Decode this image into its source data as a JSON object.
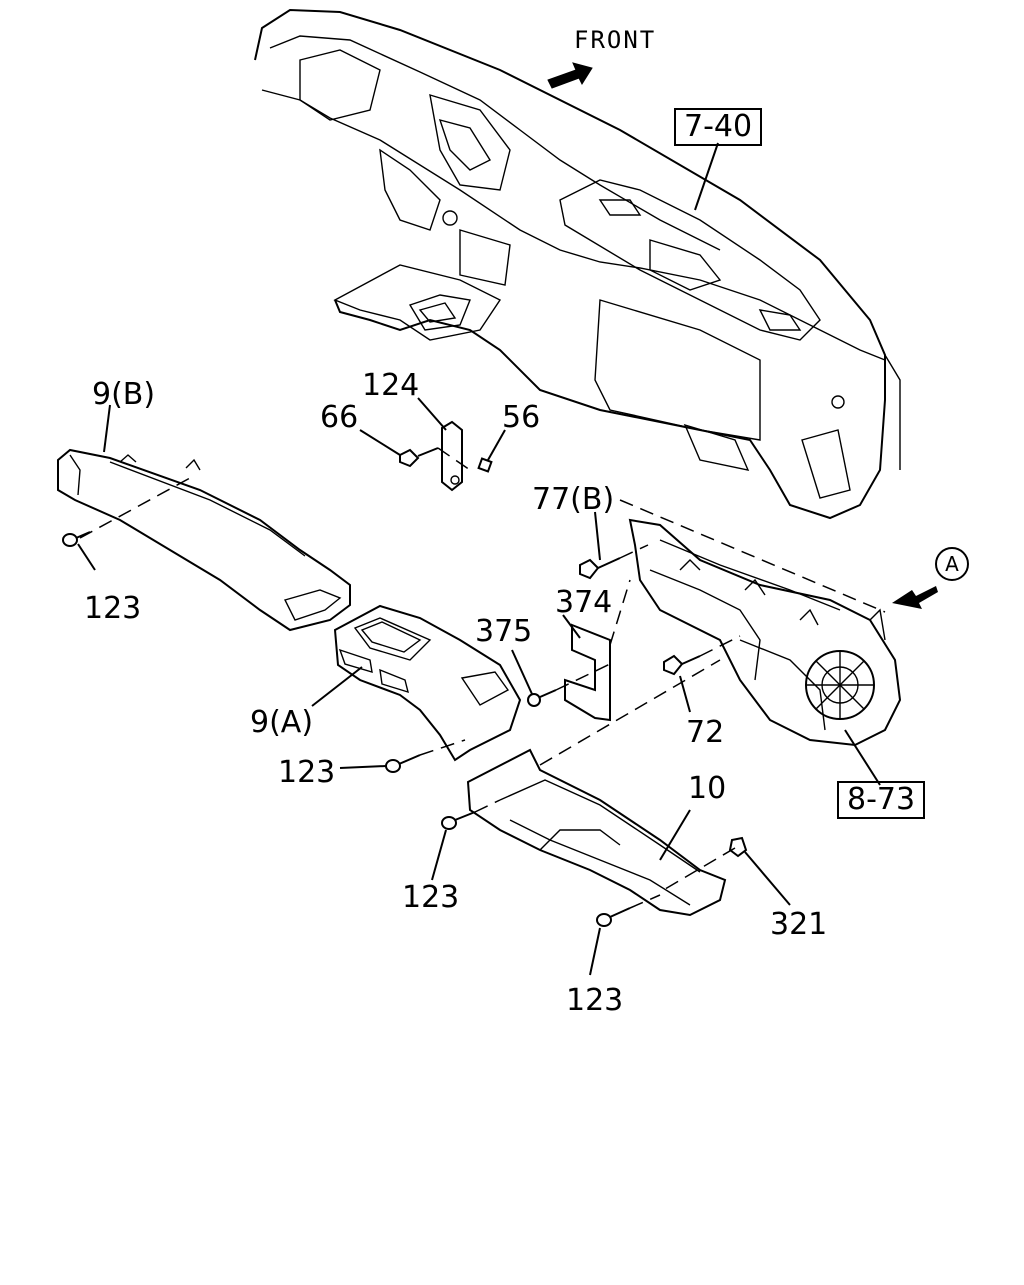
{
  "diagram": {
    "front_label": "FRONT",
    "view_marker": "A",
    "refs": {
      "dashboard": "7-40",
      "blower": "8-73"
    },
    "callouts": {
      "duct_9b": "9(B)",
      "bracket_124": "124",
      "bolt_66": "66",
      "nut_56": "56",
      "screw_123_a": "123",
      "bolt_77b": "77(B)",
      "bracket_374": "374",
      "screw_375": "375",
      "duct_9a": "9(A)",
      "bolt_72": "72",
      "screw_123_b": "123",
      "duct_10": "10",
      "screw_123_c": "123",
      "clip_321": "321",
      "screw_123_d": "123"
    }
  }
}
